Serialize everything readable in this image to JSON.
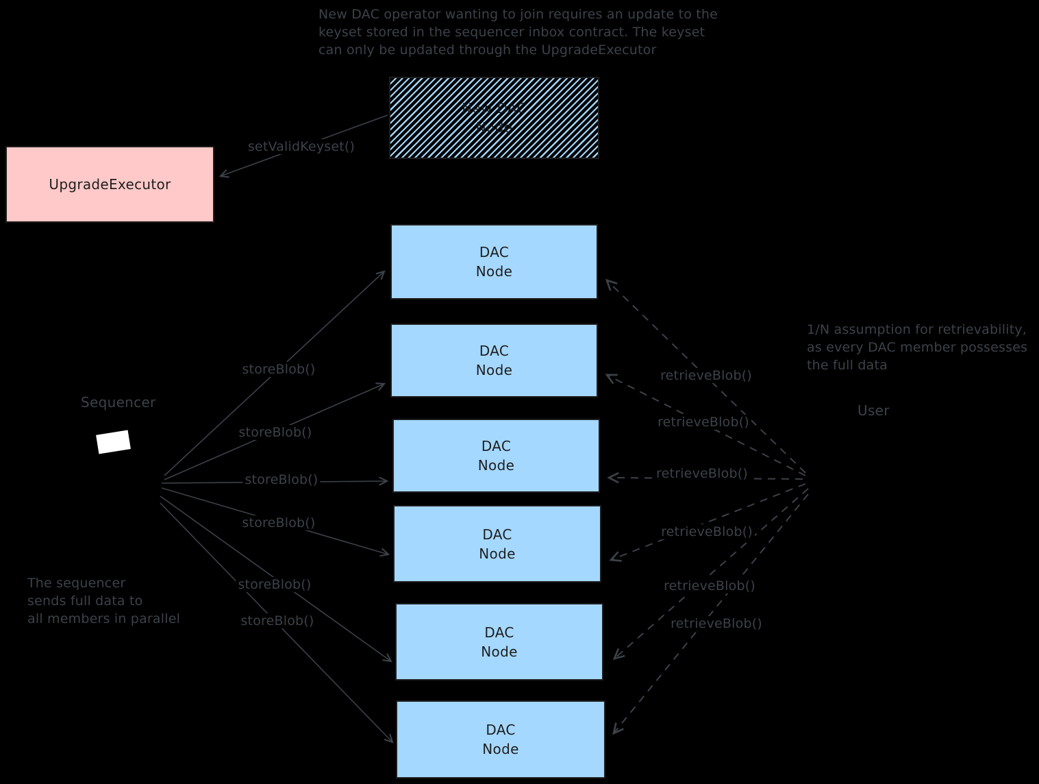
{
  "colors": {
    "background": "#000000",
    "dac_node_fill": "#a5d8ff",
    "upgrade_executor_fill": "#ffc9c9",
    "hatch_stroke": "#a5d8ff",
    "connector_stroke": "#3c4248",
    "box_text": "#1e1e1e"
  },
  "annotations": {
    "keyset_note": "New DAC operator wanting to join requires an update to the\nkeyset stored in the sequencer inbox contract. The keyset\ncan only be updated through the UpgradeExecutor",
    "retrievability_note": "1/N assumption for retrievability,\nas every DAC member possesses\nthe full data",
    "sequencer_note": "The sequencer\nsends full data to\nall members in parallel"
  },
  "boxes": {
    "upgrade_executor": "UpgradeExecutor",
    "new_dac_node": "New DAC\nNode",
    "dac_nodes": [
      {
        "label": "DAC\nNode"
      },
      {
        "label": "DAC\nNode"
      },
      {
        "label": "DAC\nNode"
      },
      {
        "label": "DAC\nNode"
      },
      {
        "label": "DAC\nNode"
      },
      {
        "label": "DAC\nNode"
      }
    ]
  },
  "actors": {
    "sequencer": "Sequencer",
    "user": "User"
  },
  "edge_labels": {
    "set_valid_keyset": "setValidKeyset()",
    "store_blob": "storeBlob()",
    "retrieve_blob": "retrieveBlob()"
  }
}
